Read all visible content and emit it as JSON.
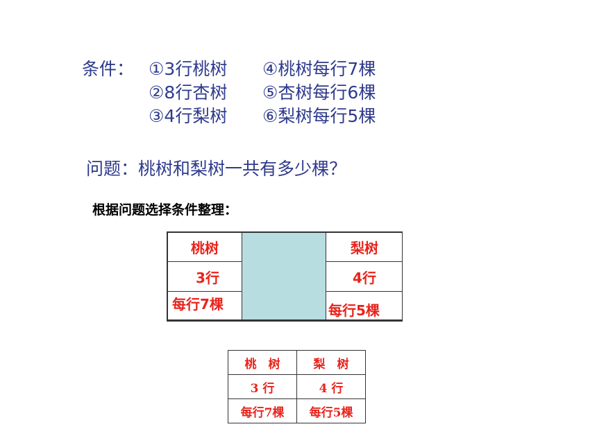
{
  "conditions": {
    "label": "条件：",
    "items": [
      "①3行桃树",
      "④桃树每行7棵",
      "②8行杏树",
      "⑤杏树每行6棵",
      "③4行梨树",
      "⑥梨树每行5棵"
    ]
  },
  "question": "问题：桃树和梨树一共有多少棵？",
  "instruction": "根据问题选择条件整理：",
  "table_top": {
    "left": [
      "桃树",
      "3行",
      "每行7棵"
    ],
    "right": [
      "梨树",
      "4行",
      "每行5棵"
    ]
  },
  "table_bottom": {
    "rows": [
      [
        "桃　树",
        "梨　树"
      ],
      [
        "3 行",
        "4 行"
      ],
      [
        "每行7棵",
        "每行5棵"
      ]
    ]
  },
  "colors": {
    "blue_text": "#2e3a8c",
    "red_text": "#e8241c",
    "cell_fill": "#b7dde1"
  }
}
